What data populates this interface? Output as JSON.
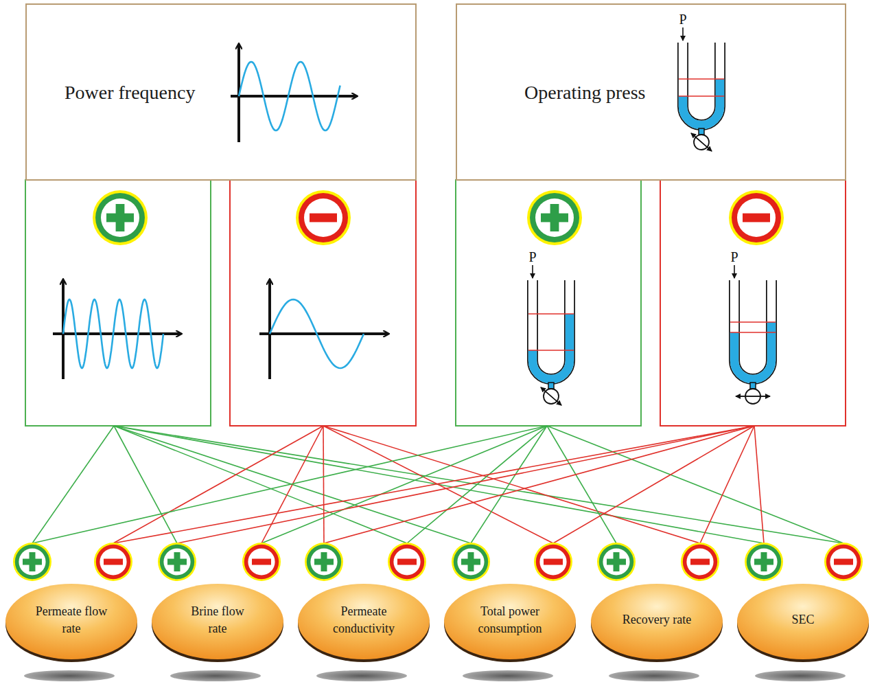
{
  "diagram": {
    "nodes": [
      {
        "text": [
          "Power frequency"
        ]
      },
      {
        "text": [
          "Operating press"
        ]
      },
      {
        "text": [
          "Permeate flow rate"
        ]
      },
      {
        "text": [
          "Brine flow rate"
        ]
      },
      {
        "text": [
          "Permeate conductivity"
        ]
      },
      {
        "text": [
          "Total power consumption"
        ]
      },
      {
        "text": [
          "Recovery rate"
        ]
      },
      {
        "text": [
          "SEC"
        ]
      }
    ],
    "labels": [
      "P",
      "P",
      "P"
    ]
  }
}
